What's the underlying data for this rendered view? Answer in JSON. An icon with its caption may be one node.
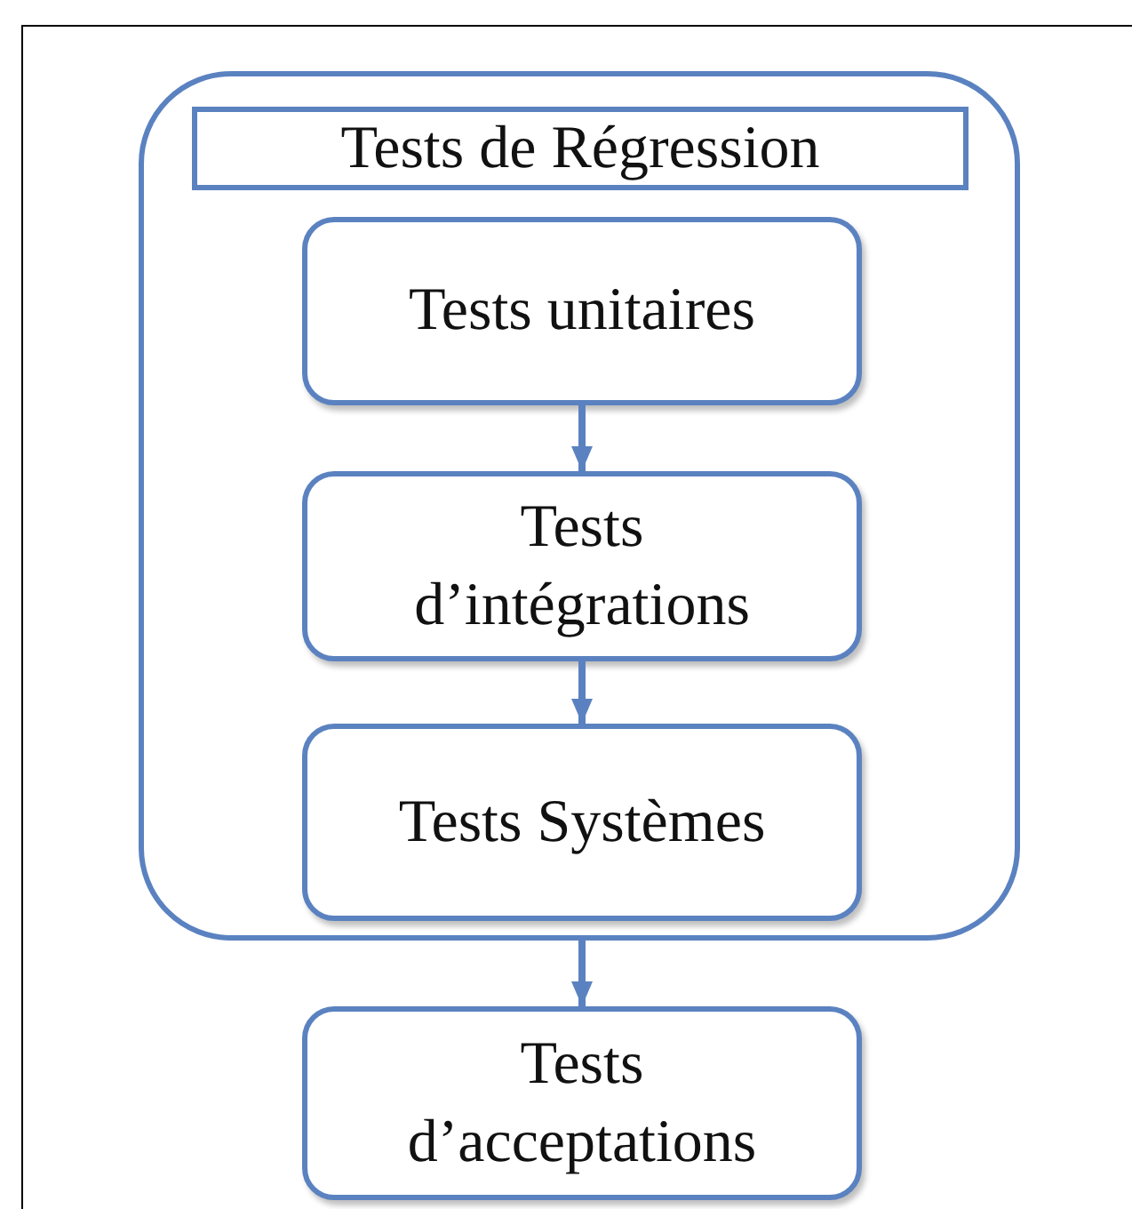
{
  "diagram": {
    "nodes": [
      {
        "text": [],
        "shape": "box"
      },
      {
        "text": [
          "Tests de Régression"
        ],
        "in": 0
      },
      {
        "text": [
          "Tests unitaires"
        ],
        "in": 0
      },
      {
        "text": [
          "Tests d’intégrations"
        ],
        "in": 0
      },
      {
        "text": [
          "Tests Systèmes"
        ],
        "in": 0
      },
      {
        "text": [
          "Tests d’acceptations"
        ]
      }
    ],
    "edges": [
      {
        "from": 2,
        "to": 3,
        "arrow": "to"
      },
      {
        "from": 3,
        "to": 4,
        "arrow": "to"
      },
      {
        "from": 0,
        "to": 5,
        "arrow": "to"
      }
    ]
  }
}
